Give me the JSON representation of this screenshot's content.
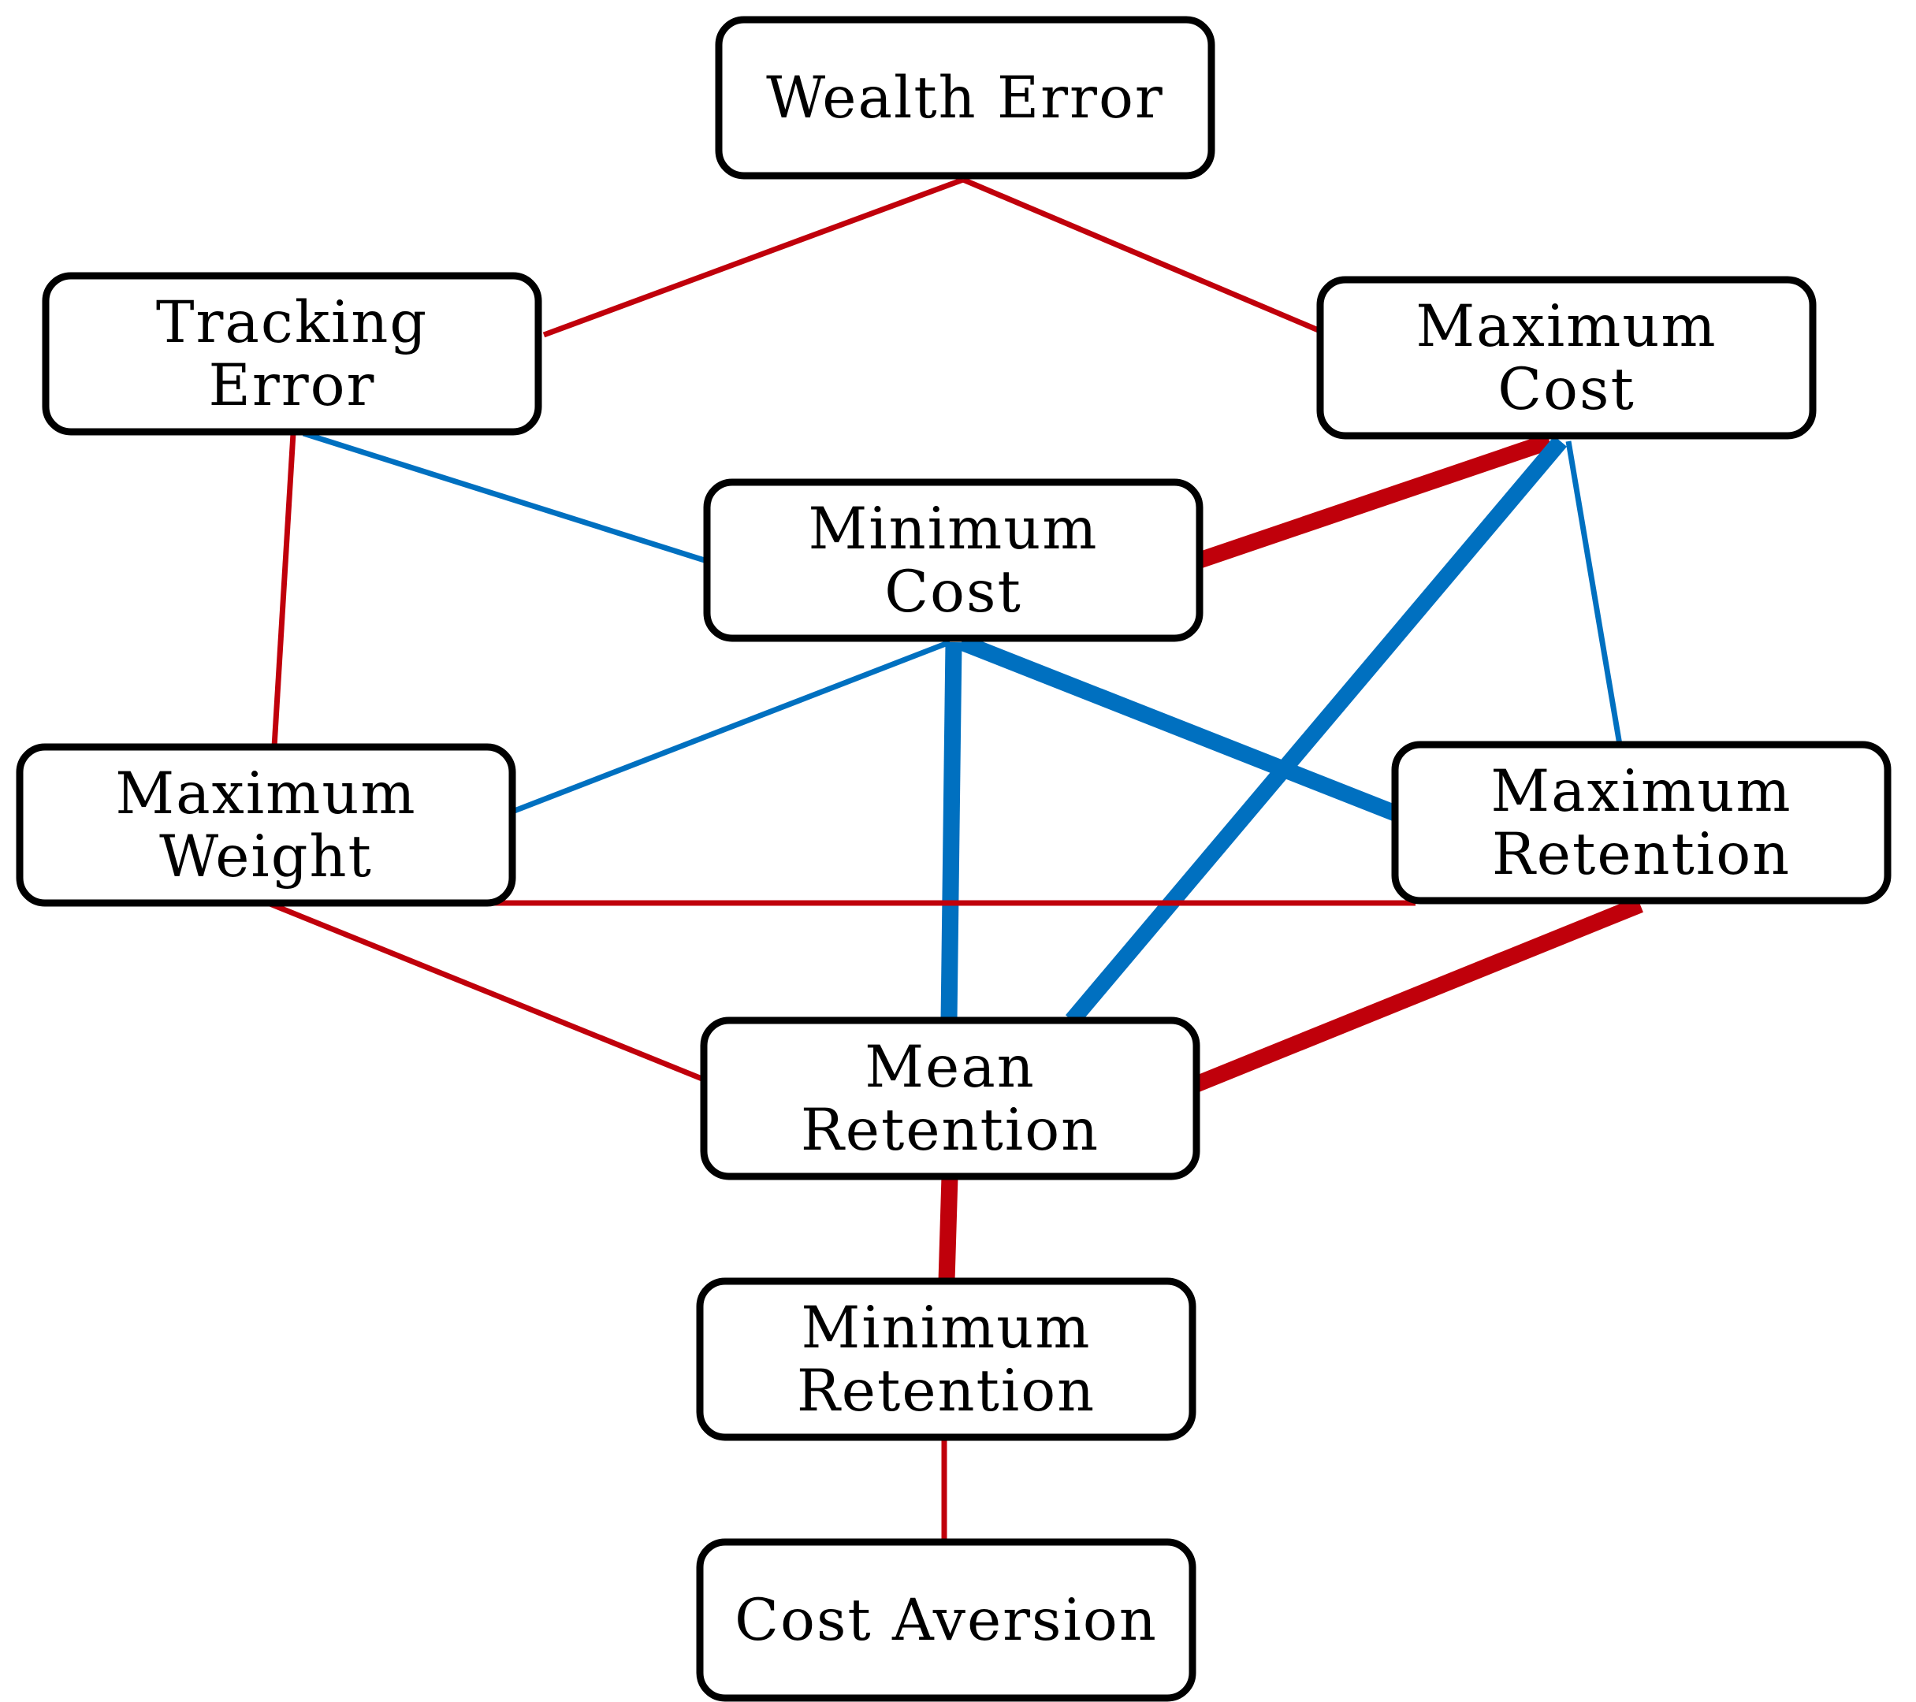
{
  "colors": {
    "negative": "#c0000b",
    "positive": "#0070c0",
    "border": "#000000",
    "background": "#ffffff"
  },
  "nodes": {
    "wealth_error": {
      "lines": [
        "Wealth Error"
      ]
    },
    "tracking_error": {
      "lines": [
        "Tracking",
        "Error"
      ]
    },
    "maximum_cost": {
      "lines": [
        "Maximum",
        "Cost"
      ]
    },
    "minimum_cost": {
      "lines": [
        "Minimum",
        "Cost"
      ]
    },
    "maximum_weight": {
      "lines": [
        "Maximum",
        "Weight"
      ]
    },
    "maximum_retention": {
      "lines": [
        "Maximum",
        "Retention"
      ]
    },
    "mean_retention": {
      "lines": [
        "Mean",
        "Retention"
      ]
    },
    "minimum_retention": {
      "lines": [
        "Minimum",
        "Retention"
      ]
    },
    "cost_aversion": {
      "lines": [
        "Cost Aversion"
      ]
    }
  },
  "edges": [
    {
      "from": "wealth_error",
      "to": "tracking_error",
      "sign": "negative",
      "strength": "thin"
    },
    {
      "from": "wealth_error",
      "to": "maximum_cost",
      "sign": "negative",
      "strength": "thin"
    },
    {
      "from": "tracking_error",
      "to": "minimum_cost",
      "sign": "positive",
      "strength": "thin"
    },
    {
      "from": "tracking_error",
      "to": "maximum_weight",
      "sign": "negative",
      "strength": "thin"
    },
    {
      "from": "maximum_cost",
      "to": "minimum_cost",
      "sign": "negative",
      "strength": "thick"
    },
    {
      "from": "maximum_cost",
      "to": "mean_retention",
      "sign": "positive",
      "strength": "thick"
    },
    {
      "from": "maximum_cost",
      "to": "maximum_retention",
      "sign": "positive",
      "strength": "thin"
    },
    {
      "from": "minimum_cost",
      "to": "maximum_weight",
      "sign": "positive",
      "strength": "thin"
    },
    {
      "from": "minimum_cost",
      "to": "mean_retention",
      "sign": "positive",
      "strength": "thick"
    },
    {
      "from": "minimum_cost",
      "to": "maximum_retention",
      "sign": "positive",
      "strength": "thick"
    },
    {
      "from": "maximum_weight",
      "to": "maximum_retention",
      "sign": "negative",
      "strength": "thin"
    },
    {
      "from": "maximum_weight",
      "to": "mean_retention",
      "sign": "negative",
      "strength": "thin"
    },
    {
      "from": "maximum_retention",
      "to": "mean_retention",
      "sign": "negative",
      "strength": "thick"
    },
    {
      "from": "mean_retention",
      "to": "minimum_retention",
      "sign": "negative",
      "strength": "thick"
    },
    {
      "from": "minimum_retention",
      "to": "cost_aversion",
      "sign": "negative",
      "strength": "thin"
    }
  ]
}
